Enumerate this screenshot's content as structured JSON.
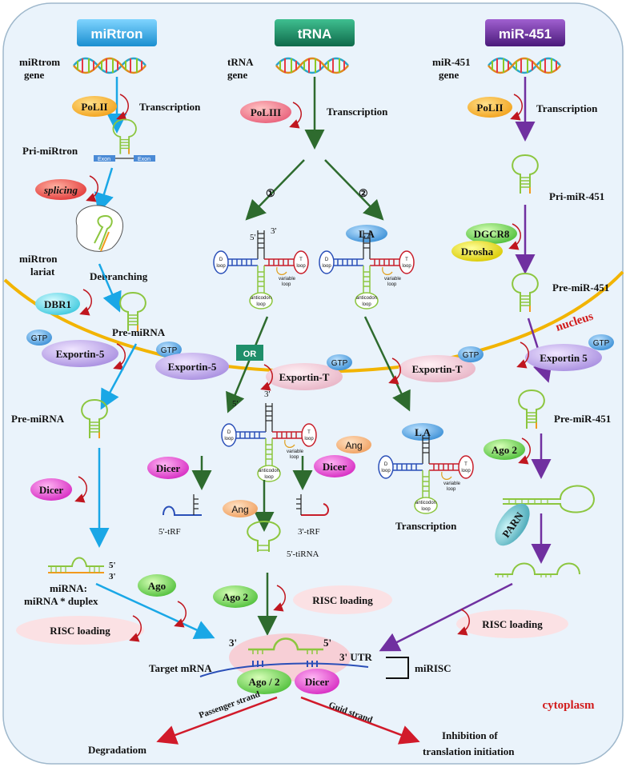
{
  "headers": {
    "mirtron": "miRtron",
    "trna": "tRNA",
    "mir451": "miR-451"
  },
  "colors": {
    "cyan_arrow": "#1aa7e6",
    "green_arrow": "#2e6b2e",
    "purple_arrow": "#7030a0",
    "red_arrow": "#d11a2a",
    "membrane": "#f2b400",
    "cell_bg": "#eaf3fb",
    "header_mirtron": "#3bb0e8",
    "header_trna": "#1f8f6a",
    "header_mir451": "#6a2a9a"
  },
  "mirtron": {
    "gene": "miRtrom\ngene",
    "polii": "PoLII",
    "transcription": "Transcription",
    "pri": "Pri-miRtron",
    "exon1": "Exon",
    "exon2": "Exon",
    "splicing": "splicing",
    "lariat": "miRtron\nlariat",
    "debranching": "Debranching",
    "dbr1": "DBR1",
    "pre1": "Pre-miRNA",
    "gtp1": "GTP",
    "exportin1": "Exportin-5",
    "pre2": "Pre-miRNA",
    "dicer": "Dicer",
    "mirna_5": "5'",
    "mirna_3": "3'",
    "duplex": "miRNA:\nmiRNA * duplex",
    "ago": "Ago",
    "risc": "RISC  loading"
  },
  "trna": {
    "gene": "tRNA\ngene",
    "poliii": "PoLIII",
    "transcription": "Transcription",
    "path1": "①",
    "path2": "②",
    "la1": "L A",
    "t5": "5'",
    "t3": "3'",
    "dloop": "D\nloop",
    "tloop": "T\nloop",
    "variable": "variable\nloop",
    "anticodon": "anticodon\nloop",
    "or": "OR",
    "gtp2": "GTP",
    "exportin5b": "Exportin-5",
    "gtp3": "GTP",
    "exportinT1": "Exportin-T",
    "exportinT2": "Exportin-T",
    "gtp4": "GTP",
    "t5b": "5'",
    "t3b": "3'",
    "dicer1": "Dicer",
    "dicer2": "Dicer",
    "ang1": "Ang",
    "ang2": "Ang",
    "trf5": "5'-tRF",
    "trf3": "3'-tRF",
    "tirna": "5'-tiRNA",
    "la2": "L A",
    "transcription2": "Transcription",
    "ago2": "Ago  2",
    "risc": "RISC loading"
  },
  "mir451": {
    "gene": "miR-451\ngene",
    "polii": "PoLII",
    "transcription": "Transcription",
    "pri": "Pri-miR-451",
    "dgcr8": "DGCR8",
    "drosha": "Drosha",
    "pre1": "Pre-miR-451",
    "nucleus": "nucleus",
    "gtp": "GTP",
    "exportin5": "Exportin 5",
    "pre2": "Pre-miR-451",
    "ago2": "Ago 2",
    "parn": "PARN",
    "risc": "RISC  loading"
  },
  "center": {
    "c3": "3'",
    "c5": "5'",
    "utr": "3' UTR",
    "target": "Target mRNA",
    "ago": "Ago / 2",
    "dicer": "Dicer",
    "mirisc": "miRISC",
    "cytoplasm": "cytoplasm",
    "passenger": "Passenger strand",
    "guid": "Guid strand",
    "degradation": "Degradatiom",
    "inhibition": "Inhibition of\ntranslation initiation"
  }
}
